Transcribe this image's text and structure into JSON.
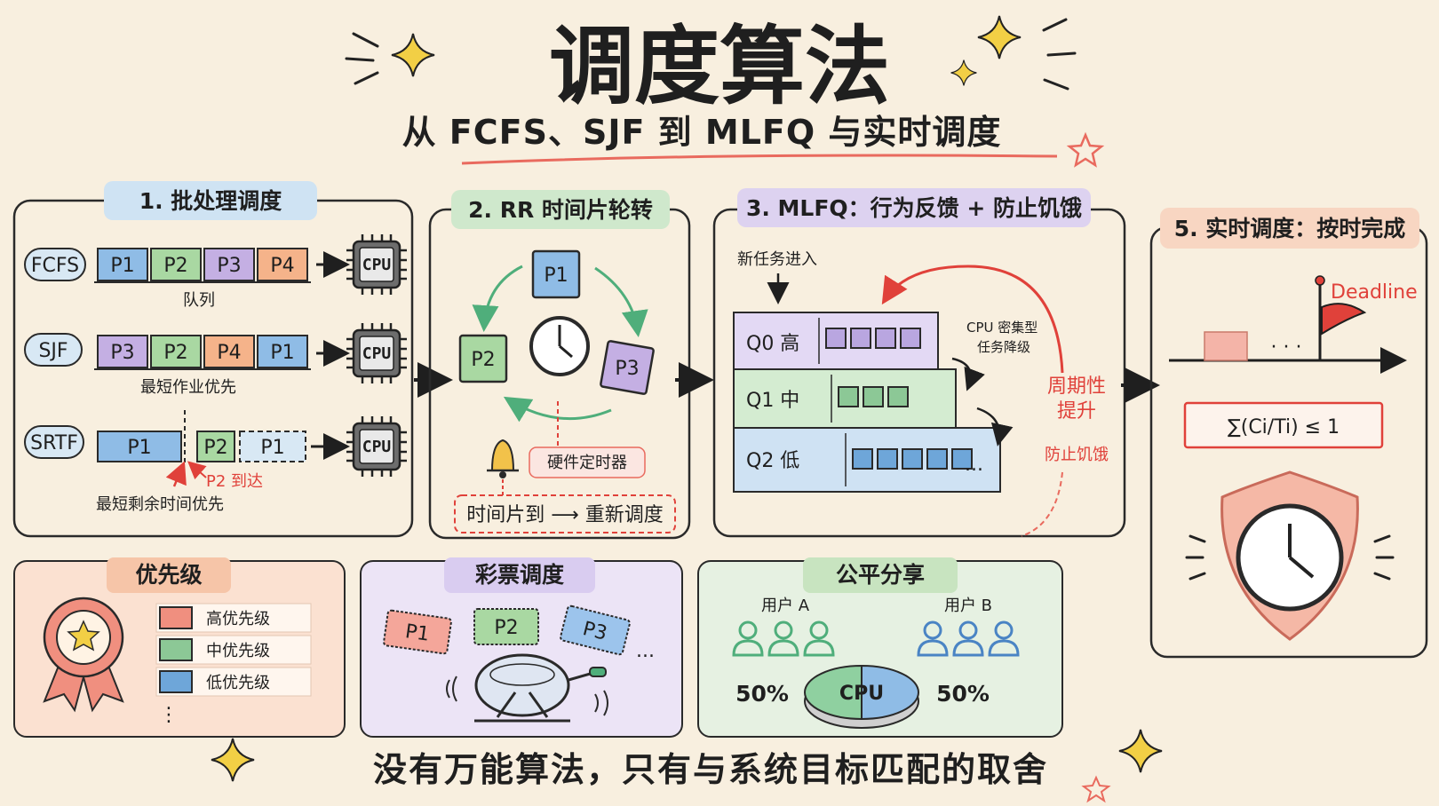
{
  "header": {
    "title": "调度算法",
    "subtitle": "从 FCFS、SJF 到 MLFQ 与实时调度"
  },
  "batch": {
    "title": "1. 批处理调度",
    "cpu": "CPU",
    "rows": [
      {
        "label": "FCFS",
        "tasks": [
          "P1",
          "P2",
          "P3",
          "P4"
        ],
        "caption": "队列"
      },
      {
        "label": "SJF",
        "tasks": [
          "P3",
          "P2",
          "P4",
          "P1"
        ],
        "caption": "最短作业优先"
      },
      {
        "label": "SRTF",
        "tasks": [
          "P1",
          "P2",
          "P1"
        ],
        "caption": "最短剩余时间优先",
        "note": "P2 到达"
      }
    ]
  },
  "rr": {
    "title": "2. RR 时间片轮转",
    "tasks": [
      "P1",
      "P2",
      "P3"
    ],
    "timer": "硬件定时器",
    "action": "时间片到 ⟶ 重新调度"
  },
  "mlfq": {
    "title": "3. MLFQ：行为反馈 + 防止饥饿",
    "entry": "新任务进入",
    "queues": [
      {
        "name": "Q0 高",
        "count": 4,
        "color": "#b9a6e0"
      },
      {
        "name": "Q1 中",
        "count": 3,
        "color": "#8cc896"
      },
      {
        "name": "Q2 低",
        "count": 5,
        "color": "#6ea6d9"
      }
    ],
    "demote_line1": "CPU 密集型",
    "demote_line2": "任务降级",
    "boost_line1": "周期性",
    "boost_line2": "提升",
    "anti_starve": "防止饥饿",
    "ellipsis": "..."
  },
  "realtime": {
    "title": "5. 实时调度：按时完成",
    "deadline": "Deadline",
    "formula": "∑(Ci/Ti) ≤ 1",
    "ellipsis": "· · ·"
  },
  "priority": {
    "title": "优先级",
    "levels": [
      {
        "label": "高优先级",
        "color": "#f08f7f"
      },
      {
        "label": "中优先级",
        "color": "#8cc896"
      },
      {
        "label": "低优先级",
        "color": "#6ea6d9"
      }
    ],
    "dots": "⋮"
  },
  "lottery": {
    "title": "彩票调度",
    "tickets": [
      "P1",
      "P2",
      "P3"
    ],
    "ellipsis": "..."
  },
  "fairshare": {
    "title": "公平分享",
    "userA": "用户 A",
    "userB": "用户 B",
    "shareA": "50%",
    "shareB": "50%",
    "cpu": "CPU"
  },
  "footer": "没有万能算法，只有与系统目标匹配的取舍",
  "colors": {
    "background": "#f8efdf",
    "p1": "#8fbce6",
    "p2": "#a9d8a2",
    "p3": "#c4afe3",
    "p4": "#f5b38a",
    "accent_red": "#e0413a"
  }
}
